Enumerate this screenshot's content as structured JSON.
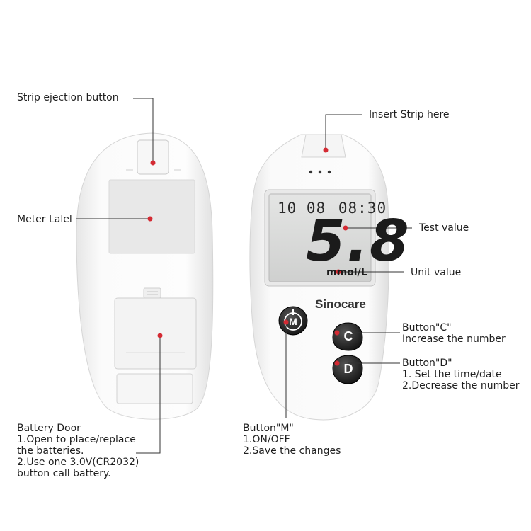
{
  "labels": {
    "strip_ejection": "Strip ejection button",
    "meter_label": "Meter Lalel",
    "battery_door": [
      "Battery Door",
      "1.Open to place/replace",
      "the batteries.",
      "2.Use one 3.0V(CR2032)",
      "button call battery."
    ],
    "insert_strip": "Insert Strip here",
    "test_value": "Test value",
    "unit_value": "Unit value",
    "button_c": [
      "Button\"C\"",
      "Increase the number"
    ],
    "button_d": [
      "Button\"D\"",
      "1. Set the time/date",
      "2.Decrease the number"
    ],
    "button_m": [
      "Button\"M\"",
      "1.ON/OFF",
      "2.Save the changes"
    ]
  },
  "device": {
    "brand": "Sinocare",
    "display": {
      "date": "10 08",
      "time": "08:30",
      "value": "5.8",
      "unit": "mmol/L"
    },
    "buttons": {
      "m": "M",
      "c": "C",
      "d": "D"
    }
  },
  "colors": {
    "marker": "#d42a33",
    "leader_line": "#333333",
    "device_body": "#f4f4f4",
    "lcd_background": "#d9dad9",
    "button_face": "#222222"
  }
}
